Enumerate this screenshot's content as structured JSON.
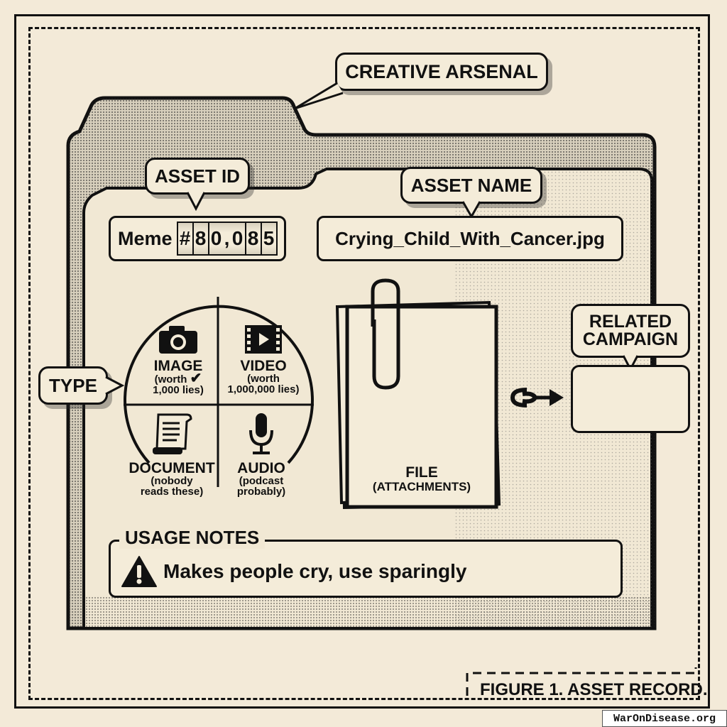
{
  "folder": {
    "tab_label": "CREATIVE ARSENAL"
  },
  "asset_id": {
    "label": "ASSET ID",
    "prefix": "Meme",
    "digits": [
      "#",
      "8",
      "0",
      ",",
      "0",
      "8",
      "5"
    ]
  },
  "asset_name": {
    "label": "ASSET NAME",
    "value": "Crying_Child_With_Cancer.jpg"
  },
  "type": {
    "label": "TYPE",
    "options": [
      {
        "name": "IMAGE",
        "note1": "(worth",
        "note2": "1,000 lies)",
        "icon": "camera-icon",
        "selected": true
      },
      {
        "name": "VIDEO",
        "note1": "(worth",
        "note2": "1,000,000 lies)",
        "icon": "film-icon",
        "selected": false
      },
      {
        "name": "DOCUMENT",
        "note1": "(nobody",
        "note2": "reads these)",
        "icon": "scroll-icon",
        "selected": false
      },
      {
        "name": "AUDIO",
        "note1": "(podcast",
        "note2": "probably)",
        "icon": "microphone-icon",
        "selected": false
      }
    ]
  },
  "file": {
    "title": "FILE",
    "subtitle": "(ATTACHMENTS)"
  },
  "related_campaign": {
    "label1": "RELATED",
    "label2": "CAMPAIGN",
    "value": ""
  },
  "usage_notes": {
    "label": "USAGE NOTES",
    "text": "Makes people cry, use sparingly"
  },
  "caption": "FIGURE 1. ASSET RECORD.",
  "watermark": "WarOnDisease.org"
}
